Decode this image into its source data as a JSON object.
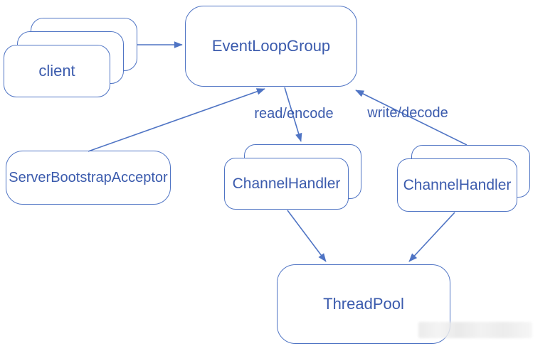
{
  "colors": {
    "line": "#4f74c4",
    "text": "#3b5bad",
    "background": "#ffffff"
  },
  "nodes": {
    "client": {
      "label": "client"
    },
    "event_loop_group": {
      "label": "EventLoopGroup"
    },
    "server_bootstrap_acceptor": {
      "label": "ServerBootstrapAcceptor"
    },
    "channel_handler_read": {
      "label": "ChannelHandler"
    },
    "channel_handler_write": {
      "label": "ChannelHandler"
    },
    "thread_pool": {
      "label": "ThreadPool"
    }
  },
  "edge_labels": {
    "read_encode": "read/encode",
    "write_decode": "write/decode"
  },
  "edges": [
    {
      "from": "client",
      "to": "event_loop_group"
    },
    {
      "from": "server_bootstrap_acceptor",
      "to": "event_loop_group"
    },
    {
      "from": "event_loop_group",
      "to": "channel_handler_read",
      "label": "read/encode"
    },
    {
      "from": "channel_handler_write",
      "to": "event_loop_group",
      "label": "write/decode"
    },
    {
      "from": "channel_handler_read",
      "to": "thread_pool"
    },
    {
      "from": "channel_handler_write",
      "to": "thread_pool"
    }
  ]
}
